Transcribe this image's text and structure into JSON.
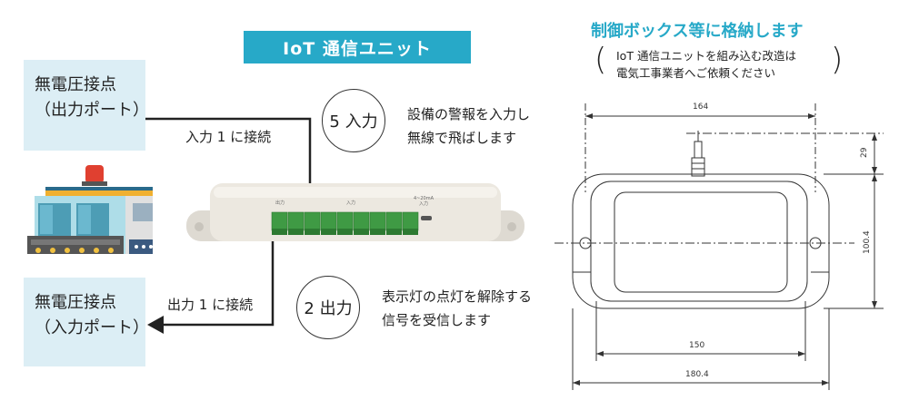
{
  "title": "IoT 通信ユニット",
  "left_top": {
    "line1": "無電圧接点",
    "line2": "（出力ポート）"
  },
  "left_bottom": {
    "line1": "無電圧接点",
    "line2": "（入力ポート）"
  },
  "connect_input": "入力 1 に接続",
  "connect_output": "出力 1 に接続",
  "input_circle": "5 入力",
  "output_circle": "2 出力",
  "input_desc": {
    "line1": "設備の警報を入力し",
    "line2": "無線で飛ばします"
  },
  "output_desc": {
    "line1": "表示灯の点灯を解除する",
    "line2": "信号を受信します"
  },
  "device_labels": {
    "output": "出力",
    "input": "入力",
    "analog": "4~20mA",
    "analog_input": "入力"
  },
  "right_title": "制御ボックス等に格納します",
  "note": {
    "line1": "IoT 通信ユニットを組み込む改造は",
    "line2": "電気工事業者へご依頼ください"
  },
  "dimensions": {
    "top_width": "164",
    "top_height": "29",
    "height": "100.4",
    "inner_width": "150",
    "outer_width": "180.4"
  }
}
